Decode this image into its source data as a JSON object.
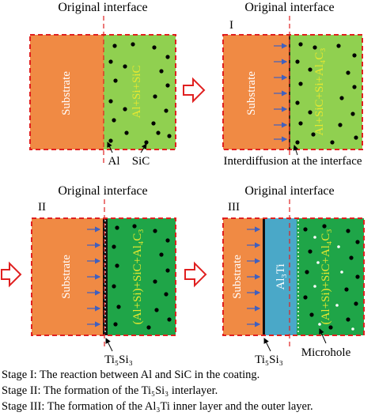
{
  "panel_labels": {
    "p1": "",
    "p2": "I",
    "p3": "II",
    "p4": "III"
  },
  "original_interface": "Original interface",
  "substrate": "Substrate",
  "coatings": {
    "p1": "Al+Si+SiC",
    "p2": "Al+SiC+Si+Al₄C₃",
    "p3": "(Al+Si)+SiC+Al₄C₃",
    "p4": "(Al+Si)+SiC+Al₄C₃"
  },
  "annotations": {
    "al": "Al",
    "sic": "SiC",
    "interdiffusion": "Interdiffusion at the interface",
    "ti5si3": "Ti₅Si₃",
    "al3ti": "Al₃Ti",
    "microhole": "Microhole"
  },
  "captions": [
    "Stage I: The reaction between Al and SiC in the coating.",
    "Stage II: The formation of the Ti₅Si₃ interlayer.",
    "Stage III: The formation of the Al₃Ti inner layer and the outer layer."
  ],
  "colors": {
    "substrate": "#f08a44",
    "coating_light": "#90d050",
    "coating_dark": "#1fa548",
    "al3ti": "#4aa8c8",
    "dashed_red": "#e02020",
    "arrow_blue": "#4060c0",
    "label_yellow": "#e8e830"
  }
}
